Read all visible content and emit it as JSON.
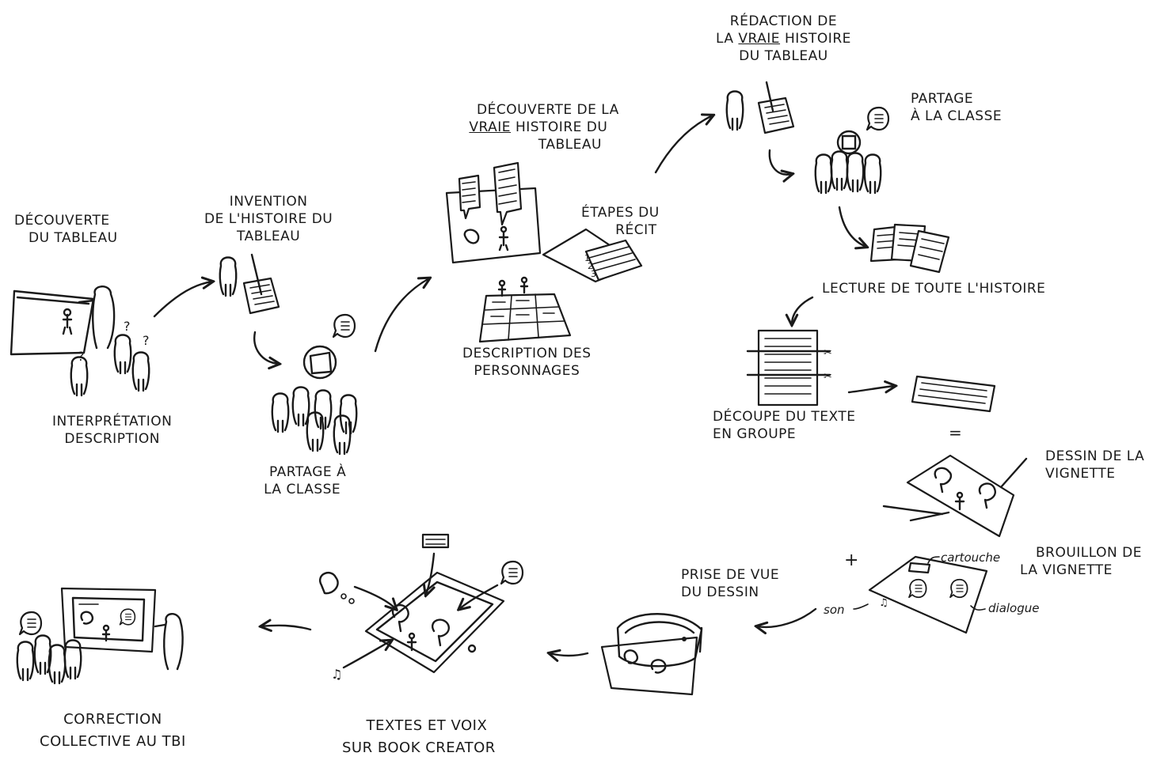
{
  "steps": {
    "decouverte_tableau": [
      "DÉCOUVERTE",
      "DU TABLEAU"
    ],
    "interpretation": [
      "INTERPRÉTATION",
      "DESCRIPTION"
    ],
    "invention": [
      "INVENTION",
      "DE L'HISTOIRE DU",
      "TABLEAU"
    ],
    "partage_1": [
      "PARTAGE À",
      "LA CLASSE"
    ],
    "decouverte_vraie": {
      "line1": "DÉCOUVERTE DE LA",
      "vraie": "VRAIE",
      "line2_rest": " HISTOIRE DU",
      "line3": "TABLEAU"
    },
    "etapes": [
      "ÉTAPES DU",
      "RÉCIT"
    ],
    "description_personnages": [
      "DESCRIPTION DES",
      "PERSONNAGES"
    ],
    "redaction": {
      "line1": "RÉDACTION DE",
      "line2_pre": "LA ",
      "vraie": "VRAIE",
      "line2_post": " HISTOIRE",
      "line3": "DU TABLEAU"
    },
    "partage_2": [
      "PARTAGE",
      "À LA CLASSE"
    ],
    "lecture": "LECTURE DE TOUTE L'HISTOIRE",
    "decoupe": [
      "DÉCOUPE DU TEXTE",
      "EN GROUPE"
    ],
    "equals": "=",
    "dessin": [
      "DESSIN DE LA",
      "VIGNETTE"
    ],
    "plus": "+",
    "brouillon": [
      "BROUILLON DE",
      "LA VIGNETTE"
    ],
    "cartouche": "cartouche",
    "dialogue": "dialogue",
    "son": "son",
    "prise_de_vue": [
      "PRISE DE VUE",
      "DU DESSIN"
    ],
    "textes_voix": [
      "TEXTES ET VOIX",
      "SUR BOOK CREATOR"
    ],
    "correction": [
      "CORRECTION",
      "COLLECTIVE AU TBI"
    ]
  },
  "bubble_glyph": "≡"
}
